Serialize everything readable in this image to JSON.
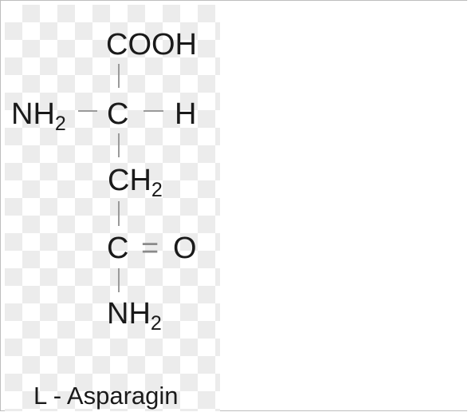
{
  "formula": {
    "top_group": "COOH",
    "alpha_carbon": "C",
    "alpha_hydrogen": "H",
    "left_amino": "NH",
    "left_amino_sub": "2",
    "side_chain_carbon": "CH",
    "side_chain_carbon_sub": "2",
    "carbonyl_carbon": "C",
    "double_bond": "=",
    "carbonyl_oxygen": "O",
    "amide_group": "NH",
    "amide_group_sub": "2"
  },
  "caption": "L - Asparagin",
  "colors": {
    "text": "#1a1a1a",
    "bond": "#9a9a9a",
    "checker": "#ececec",
    "frame": "#bdbdbd"
  }
}
